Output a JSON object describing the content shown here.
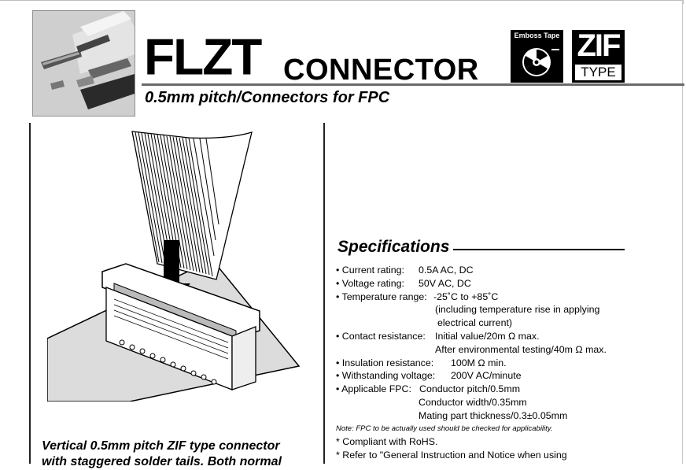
{
  "header": {
    "title_main": "FLZT",
    "title_sub": "CONNECTOR",
    "subtitle": "0.5mm pitch/Connectors for FPC",
    "badge_emboss_label": "Emboss Tape",
    "badge_zif_main": "ZIF",
    "badge_zif_sub": "TYPE"
  },
  "caption": {
    "line1": "Vertical 0.5mm pitch ZIF type connector",
    "line2": "with staggered solder tails. Both normal"
  },
  "specifications": {
    "title": "Specifications",
    "items": [
      {
        "bullet": "• Current rating:",
        "value": "0.5A AC, DC"
      },
      {
        "bullet": "• Voltage rating:",
        "value": "50V AC, DC"
      },
      {
        "bullet": "• Temperature range:",
        "value": "-25˚C to +85˚C"
      },
      {
        "cont": "(including temperature rise in applying"
      },
      {
        "cont": "electrical current)"
      },
      {
        "bullet": "• Contact resistance:",
        "value": "Initial value/20m Ω max."
      },
      {
        "cont": "After environmental testing/40m Ω max."
      },
      {
        "bullet": "• Insulation resistance:",
        "value": "100M Ω min."
      },
      {
        "bullet": "• Withstanding voltage:",
        "value": "200V AC/minute"
      },
      {
        "bullet": "• Applicable FPC:",
        "value": "Conductor pitch/0.5mm"
      },
      {
        "cont": "Conductor width/0.35mm"
      },
      {
        "cont": "Mating part thickness/0.3±0.05mm"
      }
    ],
    "note": "Note: FPC to be actually used should be checked for applicability.",
    "notes": [
      "* Compliant with RoHS.",
      "* Refer to \"General Instruction and Notice when using"
    ]
  }
}
